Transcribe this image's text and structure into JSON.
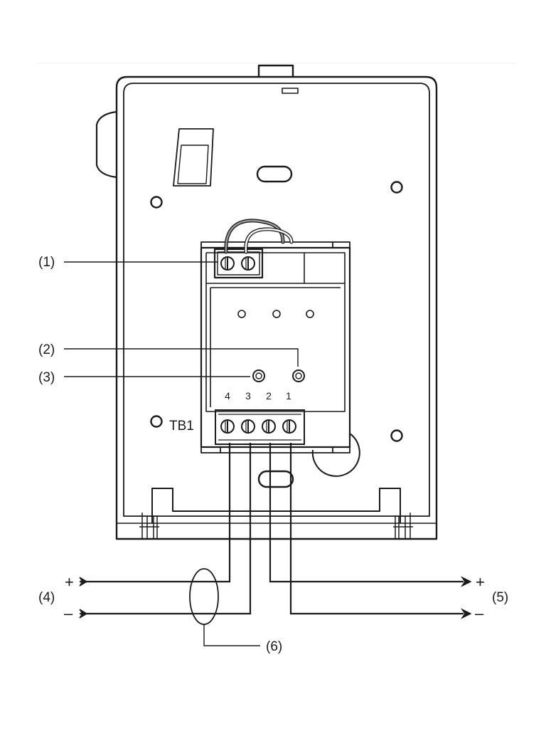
{
  "callouts": {
    "c1": "(1)",
    "c2": "(2)",
    "c3": "(3)",
    "c4": "(4)",
    "c5": "(5)",
    "c6": "(6)"
  },
  "terminal_block": {
    "label": "TB1",
    "numbers": [
      "4",
      "3",
      "2",
      "1"
    ]
  },
  "polarity": {
    "plus": "+",
    "minus": "–"
  }
}
